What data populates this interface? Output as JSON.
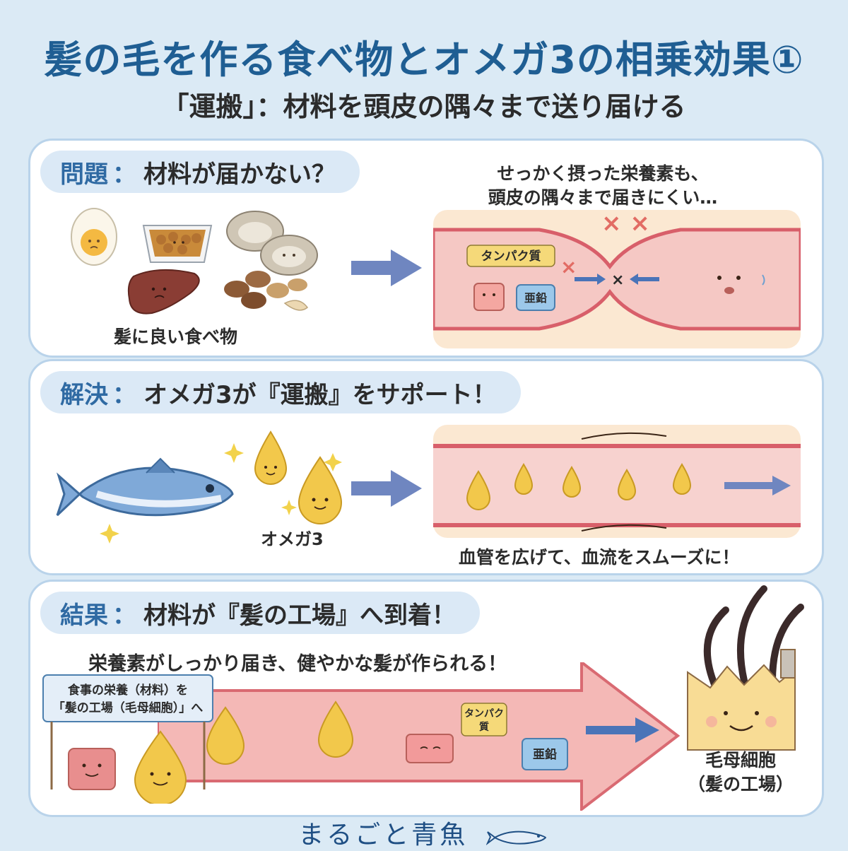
{
  "title": "髪の毛を作る食べ物とオメガ3の相乗効果①",
  "subtitle": "「運搬」：材料を頭皮の隅々まで送り届ける",
  "problem": {
    "key": "問題",
    "colon": "：",
    "heading": "材料が届かない？",
    "foods_caption": "髪に良い食べ物",
    "note_line1": "せっかく摂った栄養素も、",
    "note_line2": "頭皮の隅々まで届きにくい…",
    "protein_tag": "タンパク質",
    "zinc_tag": "亜鉛"
  },
  "solution": {
    "key": "解決",
    "colon": "：",
    "heading": "オメガ3が『運搬』をサポート！",
    "omega_caption": "オメガ3",
    "vessel_caption": "血管を広げて、血流をスムーズに！"
  },
  "result": {
    "key": "結果",
    "colon": "：",
    "heading": "材料が『髪の工場』へ到着！",
    "note": "栄養素がしっかり届き、健やかな髪が作られる！",
    "banner_line1": "食事の栄養（材料）を",
    "banner_line2": "「髪の工場（毛母細胞）」へ",
    "protein_tag_line1": "タンパク",
    "protein_tag_line2": "質",
    "zinc_tag": "亜鉛",
    "factory_line1": "毛母細胞",
    "factory_line2": "（髪の工場）"
  },
  "footer": {
    "brand": "まるごと青魚"
  },
  "colors": {
    "title": "#1f5e93",
    "accent": "#2f6aa3",
    "vessel": "#e07d86",
    "arrow": "#6f86c0",
    "omega": "#f2c84b",
    "background": "#dbeaf5"
  },
  "icons": [
    "egg-icon",
    "natto-icon",
    "oyster-icon",
    "liver-icon",
    "nuts-icon",
    "fish-icon",
    "omega-drop-icon",
    "protein-cube-icon",
    "zinc-cube-icon",
    "factory-icon",
    "hair-icon",
    "sparkle-icon"
  ]
}
